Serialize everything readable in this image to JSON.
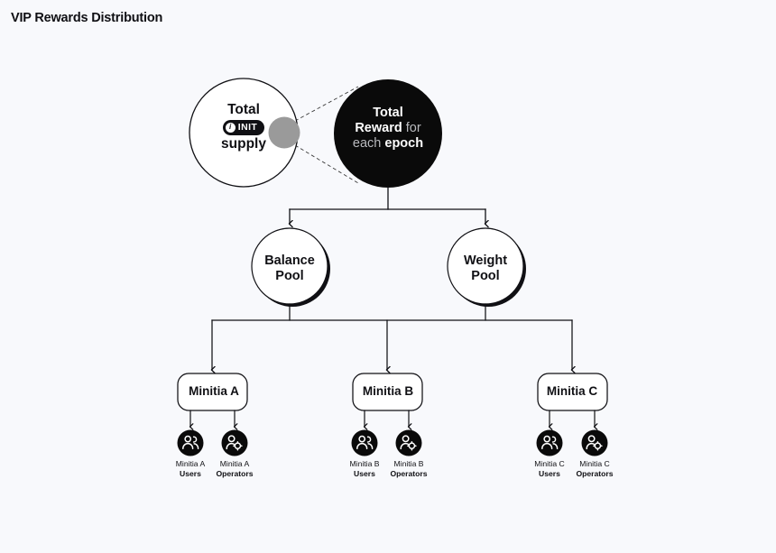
{
  "page": {
    "title": "VIP Rewards Distribution",
    "background_color": "#f8f9fc",
    "ink_color": "#101014",
    "accent_gray": "#9a9a9a",
    "muted_text_color": "#b9babe"
  },
  "diagram": {
    "type": "flow-tree",
    "supply_node": {
      "name": "total-init-supply",
      "line1": "Total",
      "badge": {
        "symbol": "i",
        "label": "INIT"
      },
      "line2": "supply",
      "shape": "circle-outline"
    },
    "reward_node": {
      "name": "total-reward-epoch",
      "line1_bold": "Total",
      "line2_bold": "Reward",
      "line2_muted": "for",
      "line3_muted": "each",
      "line3_bold": "epoch",
      "shape": "circle-filled-black"
    },
    "pools": [
      {
        "name": "balance-pool",
        "line1": "Balance",
        "line2": "Pool"
      },
      {
        "name": "weight-pool",
        "line1": "Weight",
        "line2": "Pool"
      }
    ],
    "minitias": [
      {
        "name": "minitia-a",
        "label": "Minitia A",
        "leaves": [
          {
            "name": "minitia-a-users",
            "icon": "users-icon",
            "line1": "Minitia A",
            "line2": "Users"
          },
          {
            "name": "minitia-a-operators",
            "icon": "operator-gear-icon",
            "line1": "Minitia A",
            "line2": "Operators"
          }
        ]
      },
      {
        "name": "minitia-b",
        "label": "Minitia B",
        "leaves": [
          {
            "name": "minitia-b-users",
            "icon": "users-icon",
            "line1": "Minitia B",
            "line2": "Users"
          },
          {
            "name": "minitia-b-operators",
            "icon": "operator-gear-icon",
            "line1": "Minitia B",
            "line2": "Operators"
          }
        ]
      },
      {
        "name": "minitia-c",
        "label": "Minitia C",
        "leaves": [
          {
            "name": "minitia-c-users",
            "icon": "users-icon",
            "line1": "Minitia C",
            "line2": "Users"
          },
          {
            "name": "minitia-c-operators",
            "icon": "operator-gear-icon",
            "line1": "Minitia C",
            "line2": "Operators"
          }
        ]
      }
    ]
  }
}
